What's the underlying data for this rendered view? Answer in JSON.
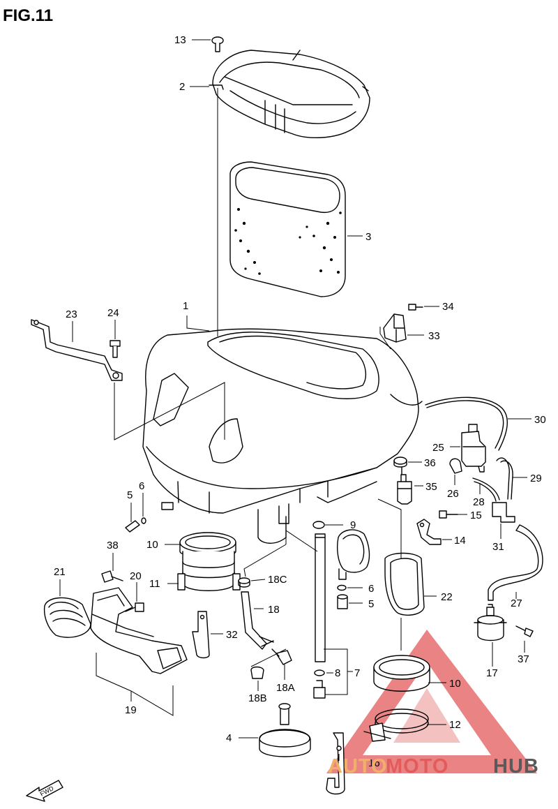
{
  "figure": {
    "title": "FIG.11"
  },
  "callouts": [
    {
      "id": "13",
      "label": "13"
    },
    {
      "id": "2",
      "label": "2"
    },
    {
      "id": "3",
      "label": "3"
    },
    {
      "id": "1",
      "label": "1"
    },
    {
      "id": "23",
      "label": "23"
    },
    {
      "id": "24",
      "label": "24"
    },
    {
      "id": "34",
      "label": "34"
    },
    {
      "id": "33",
      "label": "33"
    },
    {
      "id": "30",
      "label": "30"
    },
    {
      "id": "25",
      "label": "25"
    },
    {
      "id": "36",
      "label": "36"
    },
    {
      "id": "29",
      "label": "29"
    },
    {
      "id": "35",
      "label": "35"
    },
    {
      "id": "26",
      "label": "26"
    },
    {
      "id": "28",
      "label": "28"
    },
    {
      "id": "15",
      "label": "15"
    },
    {
      "id": "5a",
      "label": "5"
    },
    {
      "id": "6a",
      "label": "6"
    },
    {
      "id": "9",
      "label": "9"
    },
    {
      "id": "14",
      "label": "14"
    },
    {
      "id": "31",
      "label": "31"
    },
    {
      "id": "10a",
      "label": "10"
    },
    {
      "id": "38",
      "label": "38"
    },
    {
      "id": "21",
      "label": "21"
    },
    {
      "id": "20",
      "label": "20"
    },
    {
      "id": "11",
      "label": "11"
    },
    {
      "id": "18C",
      "label": "18C"
    },
    {
      "id": "6b",
      "label": "6"
    },
    {
      "id": "5b",
      "label": "5"
    },
    {
      "id": "22",
      "label": "22"
    },
    {
      "id": "27",
      "label": "27"
    },
    {
      "id": "18",
      "label": "18"
    },
    {
      "id": "32",
      "label": "32"
    },
    {
      "id": "37",
      "label": "37"
    },
    {
      "id": "17",
      "label": "17"
    },
    {
      "id": "8",
      "label": "8"
    },
    {
      "id": "7",
      "label": "7"
    },
    {
      "id": "10b",
      "label": "10"
    },
    {
      "id": "18B",
      "label": "18B"
    },
    {
      "id": "18A",
      "label": "18A"
    },
    {
      "id": "19",
      "label": "19"
    },
    {
      "id": "12",
      "label": "12"
    },
    {
      "id": "4",
      "label": "4"
    },
    {
      "id": "16",
      "label": "16"
    }
  ],
  "fwd_label": "FWD",
  "watermark": {
    "part1": "AUTO",
    "part2": "MOTO",
    "part3": "HUB",
    "colors": {
      "auto": "#f1b06a",
      "moto": "#e35b5b",
      "hub": "#5a5a5a",
      "triangle": "#e35b5b"
    }
  }
}
